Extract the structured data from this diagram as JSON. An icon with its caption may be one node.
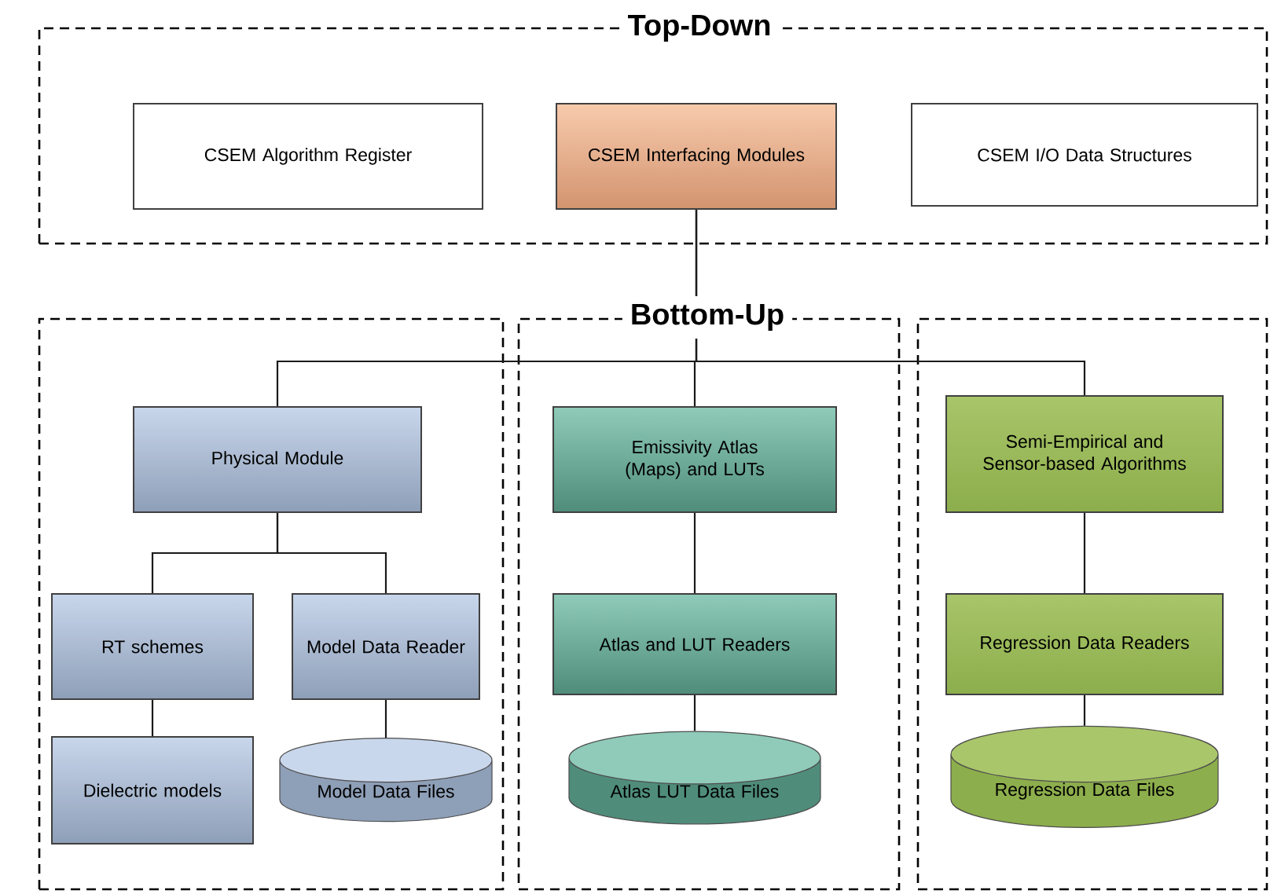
{
  "diagram": {
    "nodes": [
      {
        "text": [
          "Top-Down"
        ]
      },
      {
        "text": [
          "CSEM Algorithm Register"
        ],
        "in": 0
      },
      {
        "text": [
          "CSEM Interfacing Modules"
        ],
        "in": 0
      },
      {
        "text": [
          "CSEM I/O Data Structures"
        ],
        "in": 0
      },
      {
        "text": [],
        "shape": "box"
      },
      {
        "text": [],
        "shape": "box"
      },
      {
        "text": [],
        "shape": "box"
      },
      {
        "text": [
          "Physical Module"
        ],
        "in": 4
      },
      {
        "text": [
          "Emissivity Atlas (Maps) and LUTs"
        ],
        "in": 5
      },
      {
        "text": [
          "Semi-Empirical and Sensor-based Algorithms"
        ],
        "in": 6
      },
      {
        "text": [
          "RT schemes"
        ],
        "in": 4
      },
      {
        "text": [
          "Model Data Reader"
        ],
        "in": 4
      },
      {
        "text": [
          "Atlas and LUT Readers"
        ],
        "in": 5
      },
      {
        "text": [
          "Regression Data Readers"
        ],
        "in": 6
      },
      {
        "text": [
          "Dielectric models"
        ],
        "in": 4
      },
      {
        "text": [
          "Model Data Files"
        ],
        "in": 4
      },
      {
        "text": [
          "Atlas LUT Data Files"
        ],
        "in": 5
      },
      {
        "text": [
          "Regression Data Files"
        ],
        "in": 6
      }
    ],
    "edges": [
      {
        "from": 2,
        "to": 7,
        "arrow": "none"
      },
      {
        "from": 2,
        "to": 8,
        "arrow": "none"
      },
      {
        "from": 2,
        "to": 9,
        "arrow": "none"
      },
      {
        "from": 7,
        "to": 10,
        "arrow": "none"
      },
      {
        "from": 7,
        "to": 11,
        "arrow": "none"
      },
      {
        "from": 10,
        "to": 14,
        "arrow": "none"
      },
      {
        "from": 11,
        "to": 15,
        "arrow": "none"
      },
      {
        "from": 8,
        "to": 12,
        "arrow": "none"
      },
      {
        "from": 12,
        "to": 16,
        "arrow": "none"
      },
      {
        "from": 9,
        "to": 13,
        "arrow": "none"
      },
      {
        "from": 13,
        "to": 17,
        "arrow": "none"
      }
    ],
    "labels": [
      "Bottom-Up"
    ]
  }
}
